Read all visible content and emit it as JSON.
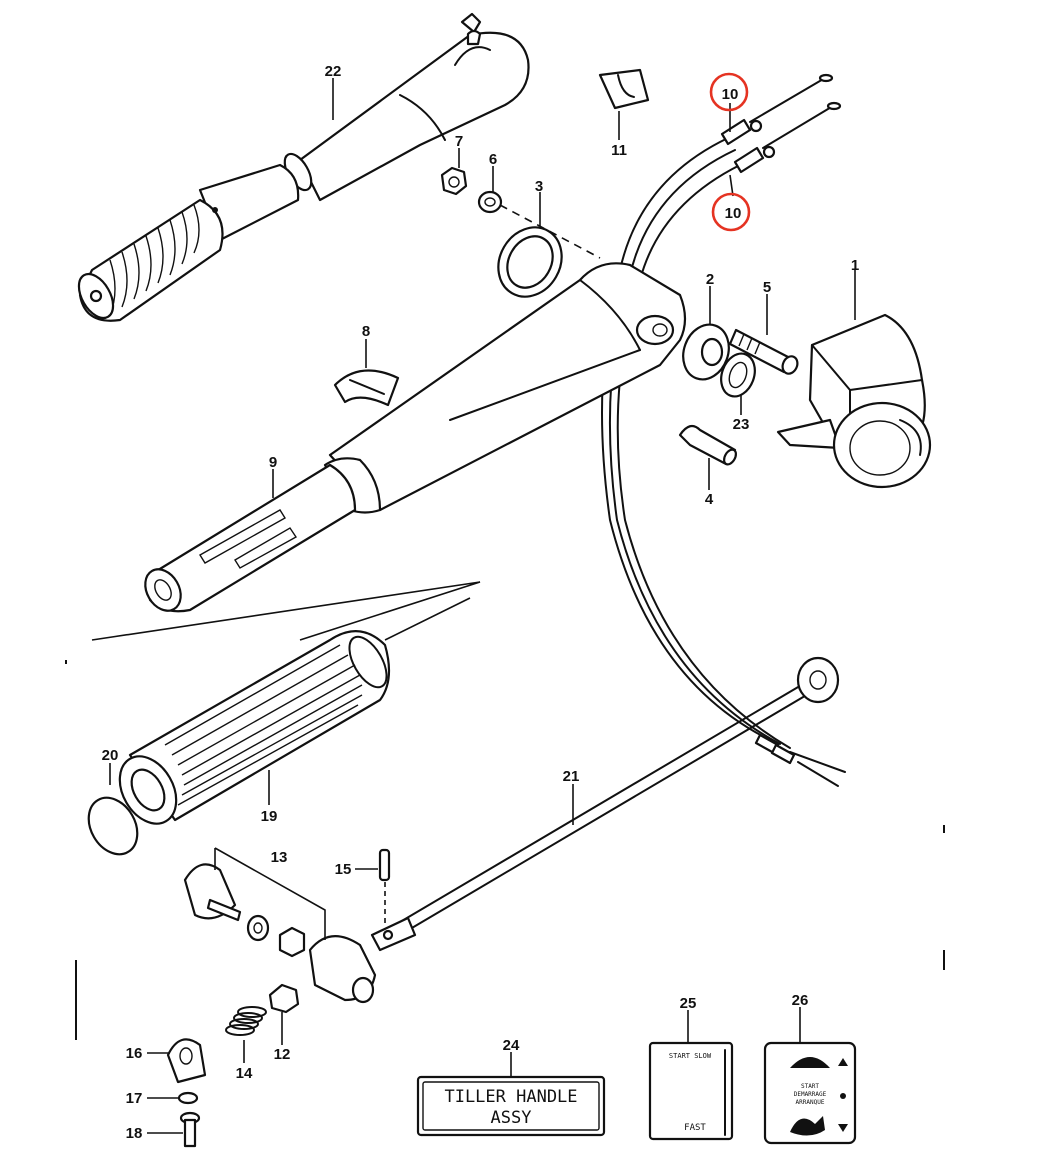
{
  "diagram": {
    "callouts": [
      "1",
      "2",
      "3",
      "4",
      "5",
      "6",
      "7",
      "8",
      "9",
      "10",
      "10",
      "11",
      "12",
      "13",
      "14",
      "15",
      "16",
      "17",
      "18",
      "19",
      "20",
      "21",
      "22",
      "23",
      "24",
      "25",
      "26"
    ],
    "highlight_color": "#e53322",
    "ink_color": "#111111",
    "labels": {
      "tiller_handle_line1": "TILLER HANDLE",
      "tiller_handle_line2": "ASSY",
      "decal_25_top": "START SLOW",
      "decal_25_bottom": "FAST",
      "decal_26_line1": "START",
      "decal_26_line2": "DEMARRAGE",
      "decal_26_line3": "ARRANQUE"
    }
  }
}
